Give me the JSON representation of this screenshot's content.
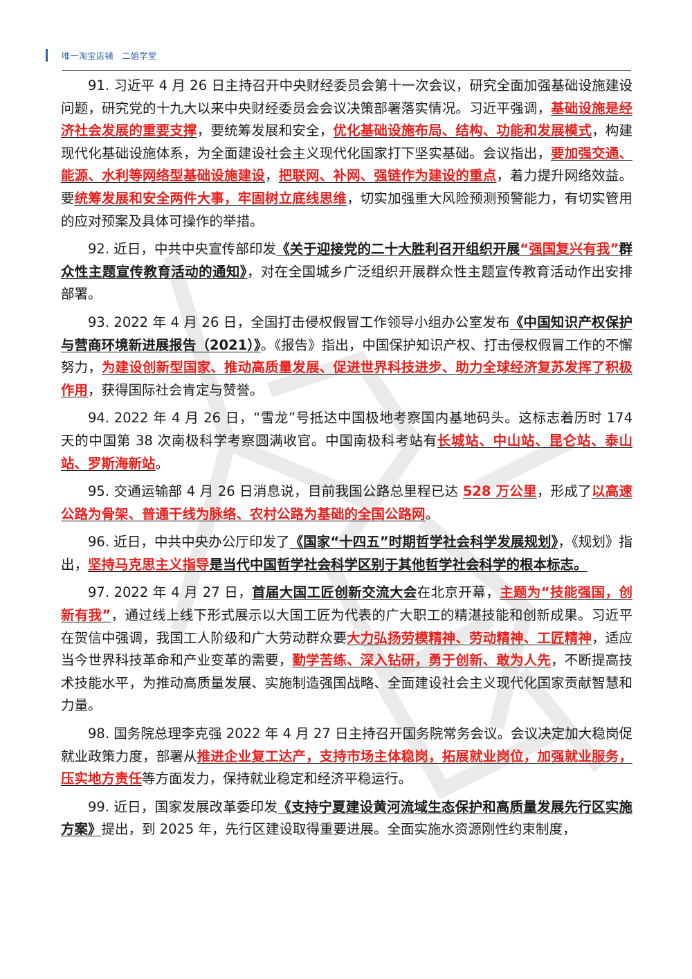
{
  "header": {
    "text": "唯一淘宝店铺　二姐学堂"
  },
  "colors": {
    "highlight": "#e8201c",
    "header_accent": "#2e5fa8",
    "text": "#1a1a1a"
  },
  "paragraphs": [
    {
      "number": "91",
      "segments": [
        {
          "t": "91. 习近平 4 月 26 日主持召开中央财经委员会第十一次会议，研究全面加强基础设施建设问题，研究党的十九大以来中央财经委员会会议决策部署落实情况。习近平强调，"
        },
        {
          "t": "基础设施是经济社会发展的重要支撑",
          "s": "hl"
        },
        {
          "t": "，要统筹发展和安全，"
        },
        {
          "t": "优化基础设施布局、结构、功能和发展模式",
          "s": "hl"
        },
        {
          "t": "，构建现代化基础设施体系，为全面建设社会主义现代化国家打下坚实基础。会议指出，"
        },
        {
          "t": "要加强交通、能源、水利等网络型基础设施建设",
          "s": "hl"
        },
        {
          "t": "，"
        },
        {
          "t": "把联网、补网、强链作为建设的重点",
          "s": "hl"
        },
        {
          "t": "，着力提升网络效益。要"
        },
        {
          "t": "统筹发展和安全两件大事，牢固树立底线思维",
          "s": "hl"
        },
        {
          "t": "，切实加强重大风险预测预警能力，有切实管用的应对预案及具体可操作的举措。"
        }
      ]
    },
    {
      "number": "92",
      "segments": [
        {
          "t": "92. 近日，中共中央宣传部印发"
        },
        {
          "t": "《关于迎接党的二十大胜利召开组织开展",
          "s": "bu"
        },
        {
          "t": "“强国复兴有我”",
          "s": "hl"
        },
        {
          "t": "群众性主题宣传教育活动的通知》",
          "s": "bu"
        },
        {
          "t": "，对在全国城乡广泛组织开展群众性主题宣传教育活动作出安排部署。"
        }
      ]
    },
    {
      "number": "93",
      "segments": [
        {
          "t": "93. 2022 年 4 月 26 日，全国打击侵权假冒工作领导小组办公室发布"
        },
        {
          "t": "《中国知识产权保护与营商环境新进展报告（2021）》",
          "s": "bu"
        },
        {
          "t": "。《报告》指出，中国保护知识产权、打击侵权假冒工作的不懈努力，"
        },
        {
          "t": "为建设创新型国家、推动高质量发展、促进世界科技进步、助力全球经济复苏发挥了积极作用",
          "s": "hl"
        },
        {
          "t": "，获得国际社会肯定与赞誉。"
        }
      ]
    },
    {
      "number": "94",
      "segments": [
        {
          "t": "94. 2022 年 4 月 26 日，“雪龙”号抵达中国极地考察国内基地码头。这标志着历时 174 天的中国第 38 次南极科学考察圆满收官。中国南极科考站有"
        },
        {
          "t": "长城站、中山站、昆仑站、泰山站、罗斯海新站",
          "s": "hl"
        },
        {
          "t": "。"
        }
      ]
    },
    {
      "number": "95",
      "segments": [
        {
          "t": "95. 交通运输部 4 月 26 日消息说，目前我国公路总里程已达 "
        },
        {
          "t": "528 万公里",
          "s": "hl"
        },
        {
          "t": "，形成了"
        },
        {
          "t": "以高速公路为骨架、普通干线为脉络、农村公路为基础的全国公路网",
          "s": "hl"
        },
        {
          "t": "。"
        }
      ]
    },
    {
      "number": "96",
      "segments": [
        {
          "t": "96. 近日，中共中央办公厅印发了"
        },
        {
          "t": "《国家“十四五”时期哲学社会科学发展规划》",
          "s": "bu"
        },
        {
          "t": "，《规划》指出，"
        },
        {
          "t": "坚持马克思主义指导",
          "s": "hl"
        },
        {
          "t": "是当代中国哲学社会科学区别于其他哲学社会科学的根本标志。",
          "s": "bu"
        }
      ]
    },
    {
      "number": "97",
      "segments": [
        {
          "t": "97. 2022 年 4 月 27 日，"
        },
        {
          "t": "首届大国工匠创新交流大会",
          "s": "bu"
        },
        {
          "t": "在北京开幕，"
        },
        {
          "t": "主题为“技能强国，创新有我”",
          "s": "hl"
        },
        {
          "t": "，通过线上线下形式展示以大国工匠为代表的广大职工的精湛技能和创新成果。习近平在贺信中强调，我国工人阶级和广大劳动群众要"
        },
        {
          "t": "大力弘扬劳模精神、劳动精神、工匠精神",
          "s": "hl"
        },
        {
          "t": "，适应当今世界科技革命和产业变革的需要，"
        },
        {
          "t": "勤学苦练、深入钻研，勇于创新、敢为人先",
          "s": "hl"
        },
        {
          "t": "，不断提高技术技能水平，为推动高质量发展、实施制造强国战略、全面建设社会主义现代化国家贡献智慧和力量。"
        }
      ]
    },
    {
      "number": "98",
      "segments": [
        {
          "t": "98. 国务院总理李克强 2022 年 4 月 27 日主持召开国务院常务会议。会议决定加大稳岗促就业政策力度，部署从"
        },
        {
          "t": "推进企业复工达产，支持市场主体稳岗，拓展就业岗位，加强就业服务，压实地方责任",
          "s": "hl"
        },
        {
          "t": "等方面发力，保持就业稳定和经济平稳运行。"
        }
      ]
    },
    {
      "number": "99",
      "segments": [
        {
          "t": "99. 近日，国家发展改革委印发"
        },
        {
          "t": "《支持宁夏建设黄河流域生态保护和高质量发展先行区实施方案》",
          "s": "bu"
        },
        {
          "t": "提出，到 2025 年，先行区建设取得重要进展。全面实施水资源刚性约束制度，"
        }
      ]
    }
  ]
}
